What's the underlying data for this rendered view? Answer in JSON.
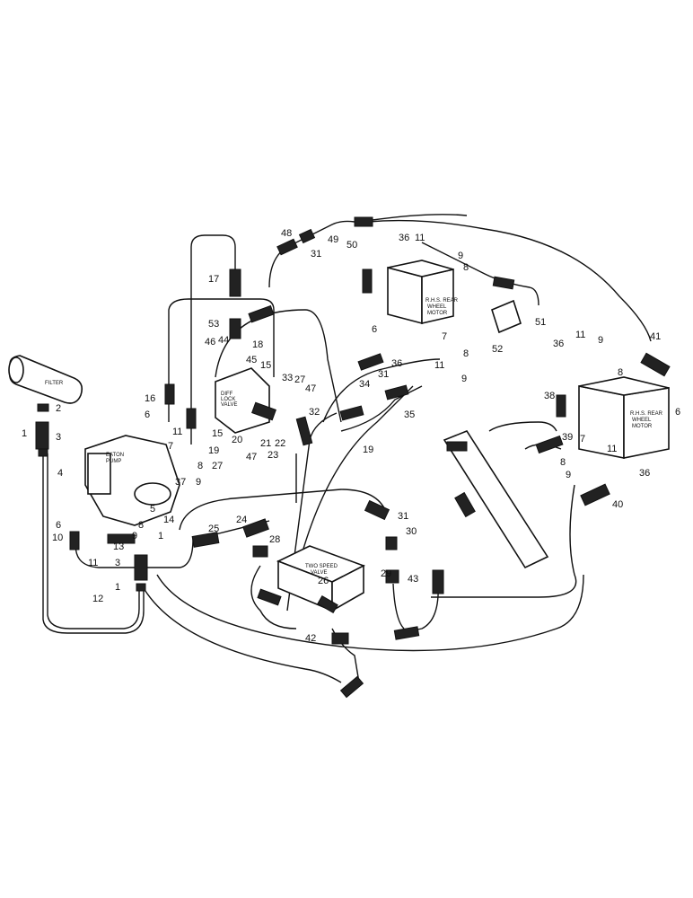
{
  "components": {
    "filter": "FILTER",
    "pump": [
      "EATON",
      "PUMP"
    ],
    "dif_lock": [
      "DIFF",
      "LOCK",
      "VALVE"
    ],
    "rhs_motor_top": [
      "R.H.S. REAR",
      "WHEEL",
      "MOTOR"
    ],
    "rhs_motor_right": [
      "R.H.S. REAR",
      "WHEEL",
      "MOTOR"
    ],
    "two_speed": [
      "TWO SPEED",
      "VALVE"
    ]
  },
  "callouts": [
    {
      "id": "c1",
      "text": "1"
    },
    {
      "id": "c2",
      "text": "2"
    },
    {
      "id": "c3",
      "text": "3"
    },
    {
      "id": "c4",
      "text": "4"
    },
    {
      "id": "c6",
      "text": "6"
    },
    {
      "id": "c10",
      "text": "10"
    },
    {
      "id": "c12",
      "text": "12"
    },
    {
      "id": "c3b",
      "text": "3"
    },
    {
      "id": "c1b",
      "text": "1"
    },
    {
      "id": "c11",
      "text": "11"
    },
    {
      "id": "c13",
      "text": "13"
    },
    {
      "id": "c9",
      "text": "9"
    },
    {
      "id": "c1c",
      "text": "1"
    },
    {
      "id": "c5",
      "text": "5"
    },
    {
      "id": "c14",
      "text": "14"
    },
    {
      "id": "c8",
      "text": "8"
    },
    {
      "id": "c37",
      "text": "37"
    },
    {
      "id": "c9b",
      "text": "9"
    },
    {
      "id": "c8b",
      "text": "8"
    },
    {
      "id": "c16",
      "text": "16"
    },
    {
      "id": "c6b",
      "text": "6"
    },
    {
      "id": "c11b",
      "text": "11"
    },
    {
      "id": "c7",
      "text": "7"
    },
    {
      "id": "c19",
      "text": "19"
    },
    {
      "id": "c17",
      "text": "17"
    },
    {
      "id": "c53",
      "text": "53"
    },
    {
      "id": "c46",
      "text": "46"
    },
    {
      "id": "c44",
      "text": "44"
    },
    {
      "id": "c18",
      "text": "18"
    },
    {
      "id": "c45",
      "text": "45"
    },
    {
      "id": "c15",
      "text": "15"
    },
    {
      "id": "c15b",
      "text": "15"
    },
    {
      "id": "c20",
      "text": "20"
    },
    {
      "id": "c27",
      "text": "27"
    },
    {
      "id": "c47",
      "text": "47"
    },
    {
      "id": "c21",
      "text": "21"
    },
    {
      "id": "c22",
      "text": "22"
    },
    {
      "id": "c23",
      "text": "23"
    },
    {
      "id": "c33",
      "text": "33"
    },
    {
      "id": "c27b",
      "text": "27"
    },
    {
      "id": "c47b",
      "text": "47"
    },
    {
      "id": "c32",
      "text": "32"
    },
    {
      "id": "c48",
      "text": "48"
    },
    {
      "id": "c31",
      "text": "31"
    },
    {
      "id": "c49",
      "text": "49"
    },
    {
      "id": "c50",
      "text": "50"
    },
    {
      "id": "c36",
      "text": "36"
    },
    {
      "id": "c11c",
      "text": "11"
    },
    {
      "id": "c9c",
      "text": "9"
    },
    {
      "id": "c8c",
      "text": "8"
    },
    {
      "id": "c51",
      "text": "51"
    },
    {
      "id": "c52",
      "text": "52"
    },
    {
      "id": "c6c",
      "text": "6"
    },
    {
      "id": "c7b",
      "text": "7"
    },
    {
      "id": "c8d",
      "text": "8"
    },
    {
      "id": "c11d",
      "text": "11"
    },
    {
      "id": "c9d",
      "text": "9"
    },
    {
      "id": "c36b",
      "text": "36"
    },
    {
      "id": "c31b",
      "text": "31"
    },
    {
      "id": "c34",
      "text": "34"
    },
    {
      "id": "c35",
      "text": "35"
    },
    {
      "id": "c19b",
      "text": "19"
    },
    {
      "id": "c36c",
      "text": "36"
    },
    {
      "id": "c11e",
      "text": "11"
    },
    {
      "id": "c9e",
      "text": "9"
    },
    {
      "id": "c41",
      "text": "41"
    },
    {
      "id": "c8e",
      "text": "8"
    },
    {
      "id": "c38",
      "text": "38"
    },
    {
      "id": "c6d",
      "text": "6"
    },
    {
      "id": "c39",
      "text": "39"
    },
    {
      "id": "c7c",
      "text": "7"
    },
    {
      "id": "c8f",
      "text": "8"
    },
    {
      "id": "c9f",
      "text": "9"
    },
    {
      "id": "c11f",
      "text": "11"
    },
    {
      "id": "c36d",
      "text": "36"
    },
    {
      "id": "c40",
      "text": "40"
    },
    {
      "id": "c25",
      "text": "25"
    },
    {
      "id": "c24",
      "text": "24"
    },
    {
      "id": "c31c",
      "text": "31"
    },
    {
      "id": "c30",
      "text": "30"
    },
    {
      "id": "c28",
      "text": "28"
    },
    {
      "id": "c26",
      "text": "26"
    },
    {
      "id": "c29",
      "text": "29"
    },
    {
      "id": "c43",
      "text": "43"
    },
    {
      "id": "c42",
      "text": "42"
    }
  ]
}
